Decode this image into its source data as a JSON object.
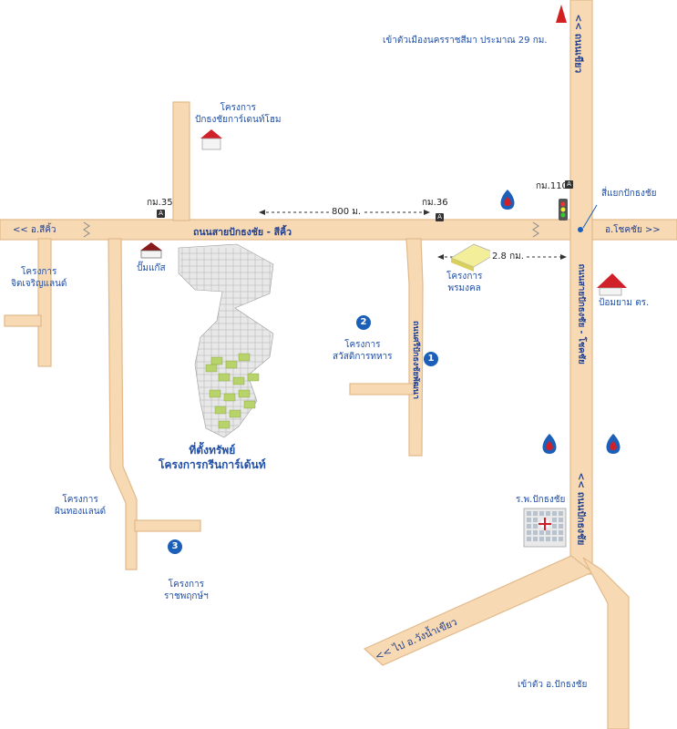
{
  "colors": {
    "road": "#f7d9b4",
    "road_edge": "#e2b98a",
    "label": "#1f4fa8",
    "marker": "#1b5fb8"
  },
  "roads": {
    "main_road": "ถนนสายปักธงชัย - สีคิ้ว",
    "highway_north": "<< ถนนเขียว",
    "highway_mid": "ถนนสายปักธงชัย - โชคชัย",
    "highway_south": "<< ถนนปักธงชัย",
    "side_road": "ถนนศรีปักธงชัยพัฒนา"
  },
  "labels": {
    "korat_city": "เข้าตัวเมืองนครราชสีมา ประมาณ 29 กม.",
    "project_garden_home": "โครงการ\nปักธงชัยการ์เดนท์โฮม",
    "km35": "กม.35",
    "km36": "กม.36",
    "km110": "กม.110",
    "distance_800": "800 ม.",
    "distance_28": "2.8 กม.",
    "sikhio_dir": "<< อ.สีคิ้ว",
    "chokchai_dir": "อ.โชคชัย >>",
    "intersection": "สี่แยกปักธงชัย",
    "gas_station_left": "ปั๊มแก๊ส",
    "police_station": "ป้อมยาม ตร.",
    "project_pornmongkol": "โครงการ\nพรมงคล",
    "project_chitcharoen": "โครงการ\nจิตเจริญแลนด์",
    "project_sawatdikan": "โครงการ\nสวัสดิการทหาร",
    "property_site": "ที่ตั้งทรัพย์\nโครงการกรีนการ์เด้นท์",
    "project_phinthong": "โครงการ\nผินทองแลนด์",
    "project_ratchaphruek": "โครงการ\nราชพฤกษ์ฯ",
    "hospital": "ร.พ.ปักธงชัย",
    "wang_nam_khiao": "<< ไป อ.วังน้ำเขียว",
    "pak_thong_chai_town": "เข้าตัว อ.ปักธงชัย"
  },
  "markers": [
    "1",
    "2",
    "3"
  ],
  "icons": [
    "ptt-station-icon",
    "house-icon",
    "hospital-icon",
    "traffic-light-icon",
    "km-post-icon",
    "north-arrow-icon"
  ]
}
